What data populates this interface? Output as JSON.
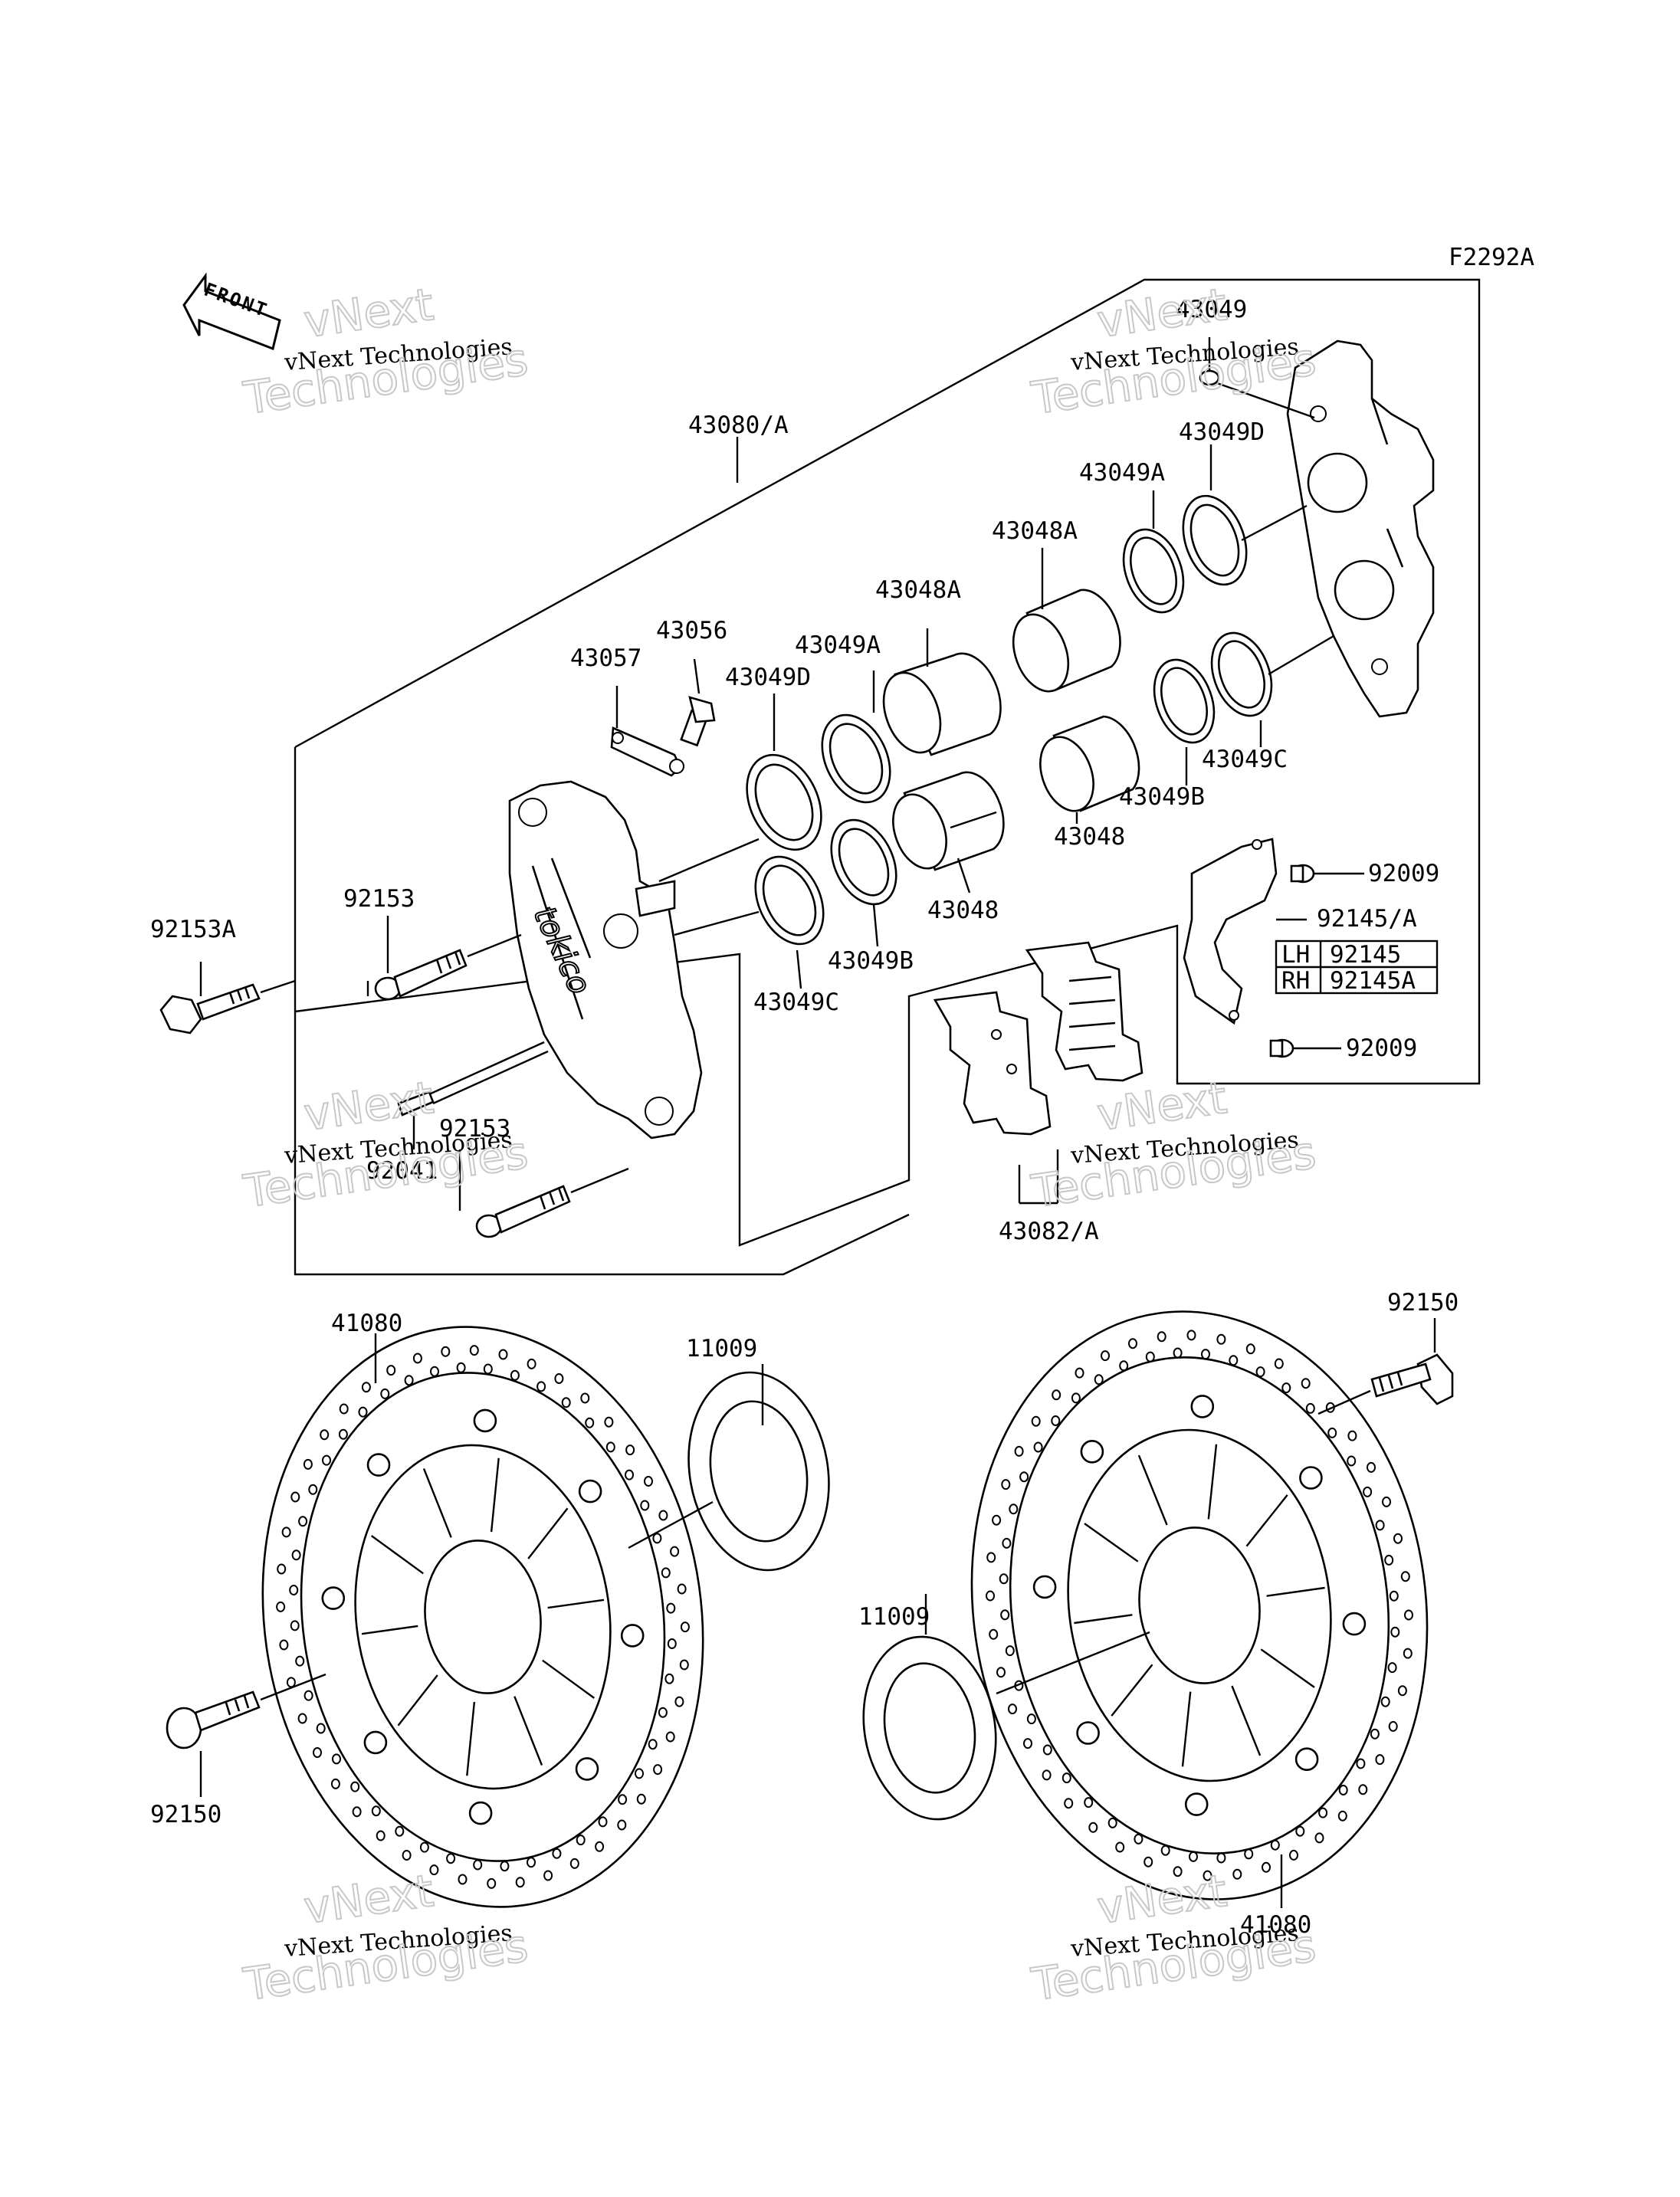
{
  "figure_code": "F2292A",
  "front_label": "FRONT",
  "labels": {
    "caliper_assy": "43080/A",
    "seal_top": "43049",
    "seal_d_right": "43049D",
    "seal_a_right": "43049A",
    "piston_a_right": "43048A",
    "seal_c_right": "43049C",
    "seal_b_right": "43049B",
    "piston_right": "43048",
    "piston_a_left": "43048A",
    "seal_a_left": "43049A",
    "seal_d_left": "43049D",
    "bleeder_valve": "43056",
    "bleeder_cap": "43057",
    "piston_left": "43048",
    "seal_b_left": "43049B",
    "seal_c_left": "43049C",
    "bolt_92153a": "92153A",
    "bolt_92153_upper": "92153",
    "bolt_92153_lower": "92153",
    "pin_hidden": "92041",
    "screw_upper": "92009",
    "screw_lower": "92009",
    "pad_spring": "92145/A",
    "pad_set": "43082/A",
    "disc_left": "41080",
    "disc_right": "41080",
    "shim_left": "11009",
    "shim_right": "11009",
    "disc_bolt_left": "92150",
    "disc_bolt_right": "92150"
  },
  "variant_table": [
    {
      "side": "LH",
      "part": "92145"
    },
    {
      "side": "RH",
      "part": "92145A"
    }
  ],
  "watermark": {
    "line1": "vNext Technologies",
    "line2": "vNext",
    "line3": "Technologies"
  }
}
